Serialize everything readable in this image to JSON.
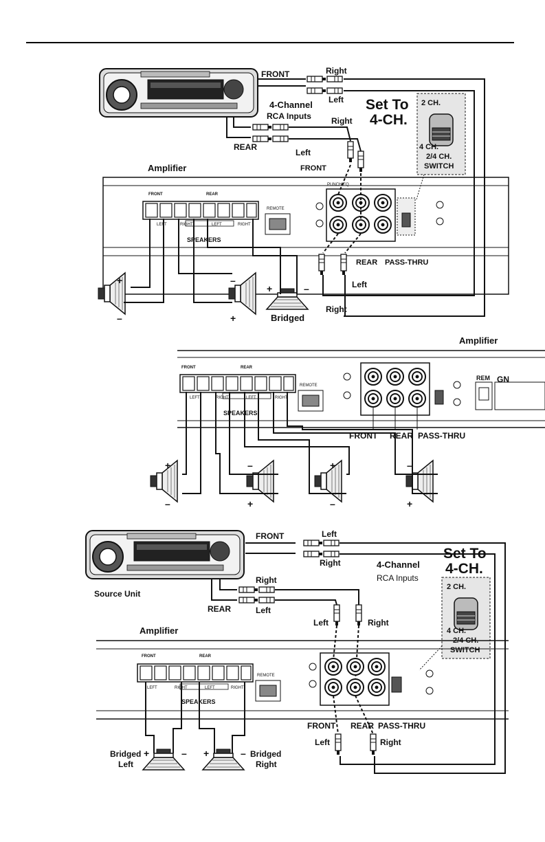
{
  "diagram1": {
    "front": "FRONT",
    "right_top": "Right",
    "left_top": "Left",
    "four_channel": "4-Channel",
    "rca_inputs": "RCA Inputs",
    "right_mid": "Right",
    "rear": "REAR",
    "left_mid": "Left",
    "set_to": "Set To",
    "four_ch": "4-CH.",
    "two_ch": "2 CH.",
    "four_ch_small": "4 CH.",
    "switch_1": "2/4 CH.",
    "switch_2": "SWITCH",
    "amplifier": "Amplifier",
    "front_rca": "FRONT",
    "rear_label": "REAR",
    "pass_thru": "PASS-THRU",
    "left_bottom": "Left",
    "right_bottom": "Right",
    "speakers": "SPEAKERS",
    "bridged": "Bridged",
    "plus": "+",
    "minus": "–"
  },
  "diagram2": {
    "amplifier": "Amplifier",
    "front": "FRONT",
    "rear": "REAR",
    "pass_thru": "PASS-THRU",
    "speakers": "SPEAKERS",
    "rem": "REM",
    "gnd": "GN"
  },
  "diagram3": {
    "front": "FRONT",
    "left_top": "Left",
    "right_top": "Right",
    "four_channel": "4-Channel",
    "rca_inputs": "RCA Inputs",
    "set_to": "Set To",
    "four_ch": "4-CH.",
    "two_ch": "2 CH.",
    "four_ch_small": "4 CH.",
    "switch_1": "2/4 CH.",
    "switch_2": "SWITCH",
    "right_mid": "Right",
    "source_unit": "Source Unit",
    "rear": "REAR",
    "left_mid": "Left",
    "left_rca": "Left",
    "right_rca": "Right",
    "amplifier": "Amplifier",
    "front_label": "FRONT",
    "rear_label": "REAR",
    "pass_thru": "PASS-THRU",
    "left_bottom": "Left",
    "right_bottom": "Right",
    "speakers": "SPEAKERS",
    "bridged_left_1": "Bridged",
    "bridged_left_2": "Left",
    "bridged_right_1": "Bridged",
    "bridged_right_2": "Right"
  },
  "amp_panel": {
    "front": "FRONT",
    "rear": "REAR",
    "left": "LEFT",
    "right": "RIGHT",
    "bridged": "BRIDGED",
    "remote": "REMOTE",
    "punch_eq": "PUNCH EQ"
  }
}
